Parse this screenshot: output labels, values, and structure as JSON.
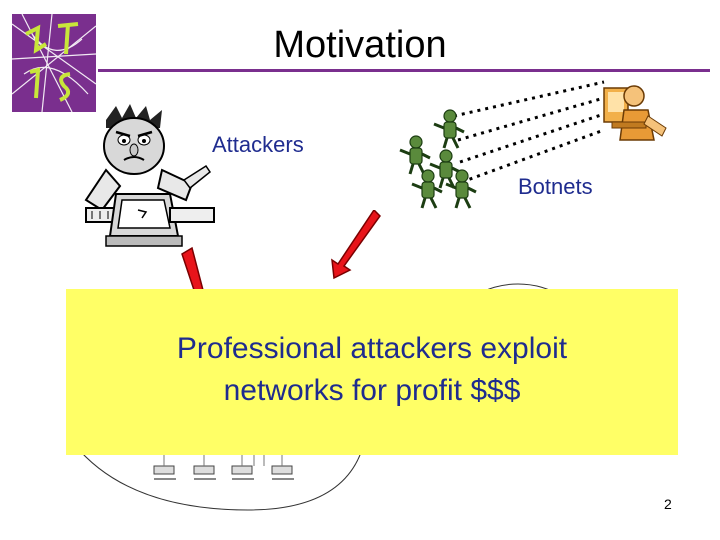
{
  "slide": {
    "title": "Motivation",
    "labels": {
      "attackers": "Attackers",
      "botnets": "Botnets"
    },
    "callout": {
      "line1": "Professional attackers exploit",
      "line2": "networks for profit $$$"
    },
    "page_number": "2"
  },
  "colors": {
    "accent_purple": "#7a2f8e",
    "text_blue": "#1f2c8f",
    "callout_yellow": "#ffff66",
    "arrow_red": "#e8141a"
  },
  "icons": [
    "logo-icon",
    "attacker-icon",
    "zombie-icon",
    "computer-user-icon",
    "arrow-icon"
  ]
}
